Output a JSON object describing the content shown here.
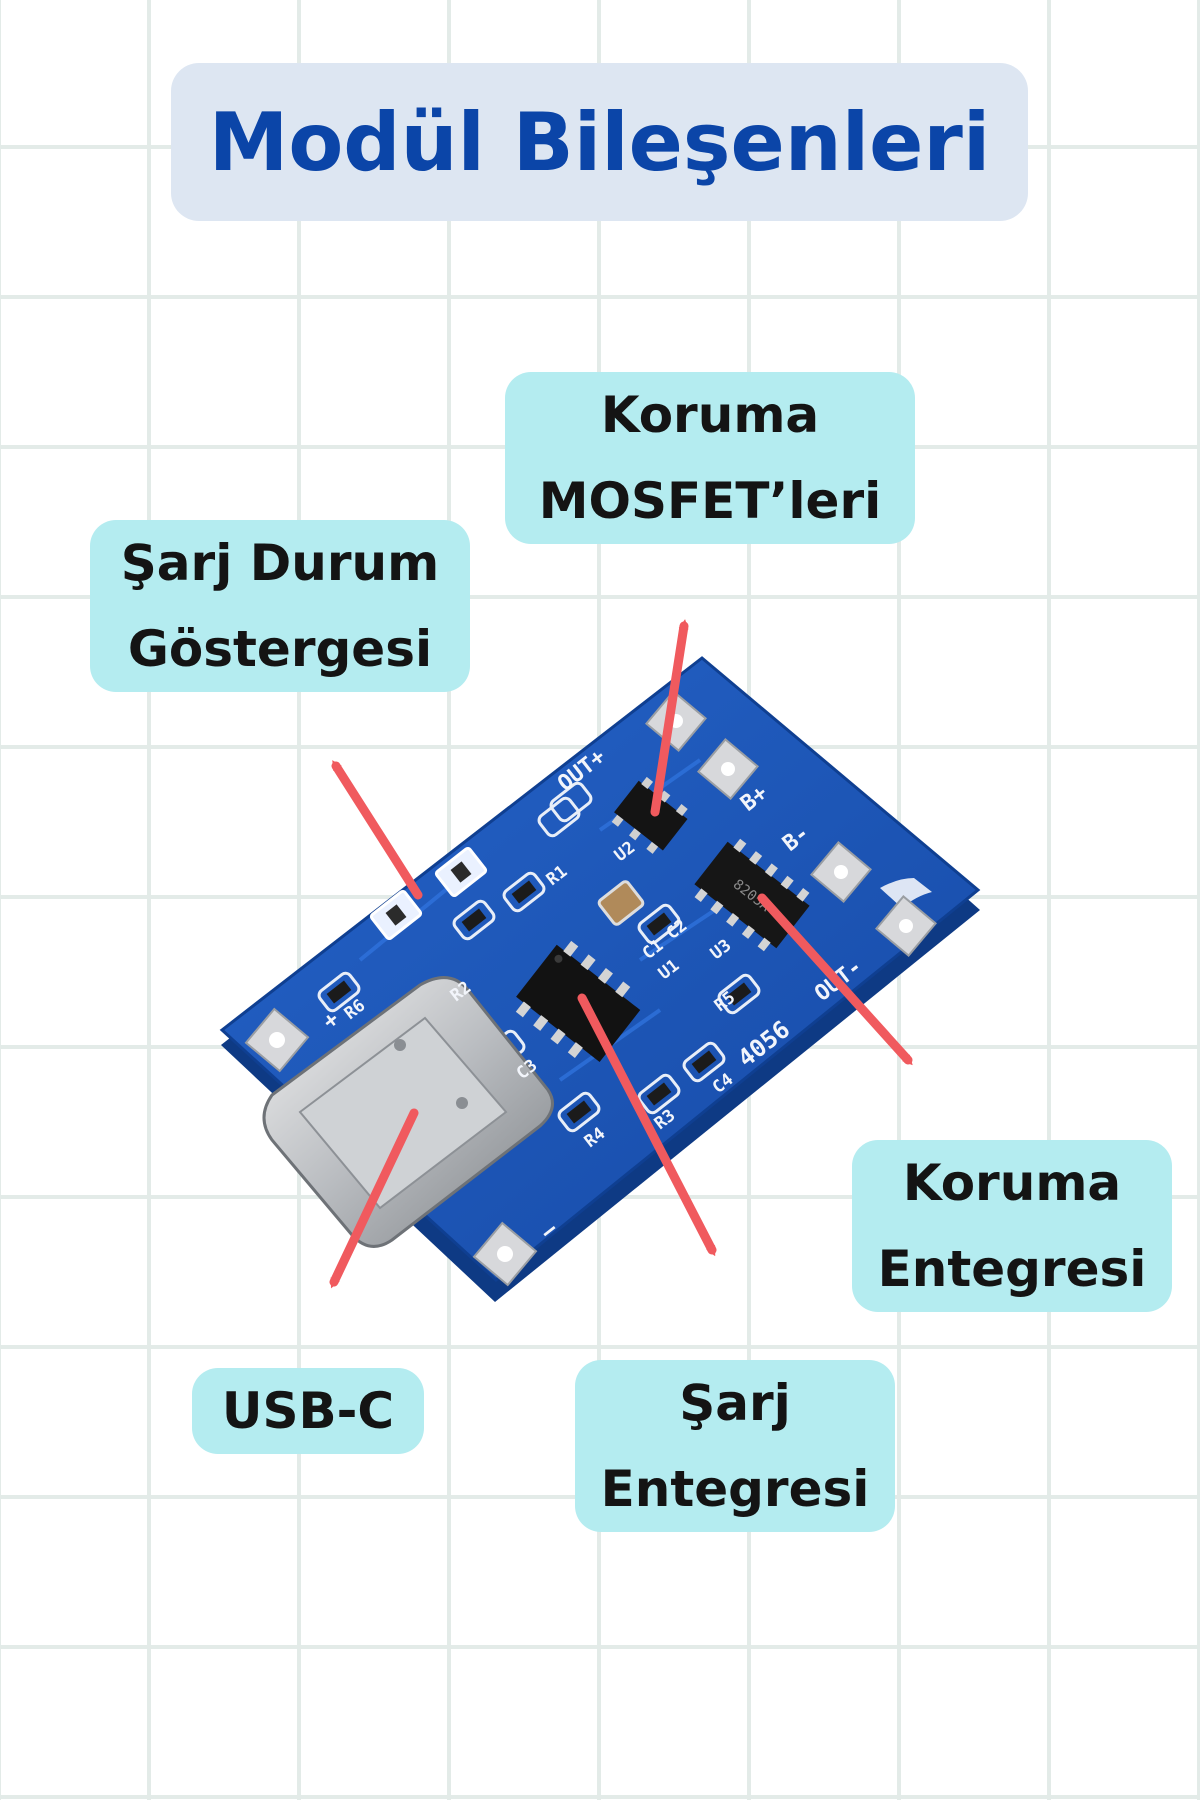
{
  "title": "Modül Bileşenleri",
  "labels": {
    "protection_mosfets": [
      "Koruma",
      "MOSFET’leri"
    ],
    "charge_status": [
      "Şarj Durum",
      "Göstergesi"
    ],
    "protection_ic": [
      "Koruma",
      "Entegresi"
    ],
    "usb_c": [
      "USB-C"
    ],
    "charge_ic": [
      "Şarj",
      "Entegresi"
    ]
  },
  "board": {
    "silkscreen": {
      "out_plus": "OUT+",
      "b_plus": "B+",
      "b_minus": "B-",
      "out_minus": "OUT-",
      "plus": "+",
      "minus": "—",
      "model": "4056",
      "r1": "R1",
      "r2": "R2",
      "r3": "R3",
      "r4": "R4",
      "r5": "R5",
      "r6": "R6",
      "c1": "C1",
      "c2": "C2",
      "c3": "C3",
      "c4": "C4",
      "u1": "U1",
      "u2": "U2",
      "u3": "U3",
      "chip_mark": "8205A"
    }
  },
  "colors": {
    "title_text": "#0b45a8",
    "title_bg": "#dde6f2",
    "label_bg": "#b4ecf0",
    "arrow": "#f05a5e",
    "pcb": "#1d55b7"
  },
  "icons": [
    "arrow-up-icon",
    "arrow-down-icon",
    "usb-c-port-icon"
  ]
}
